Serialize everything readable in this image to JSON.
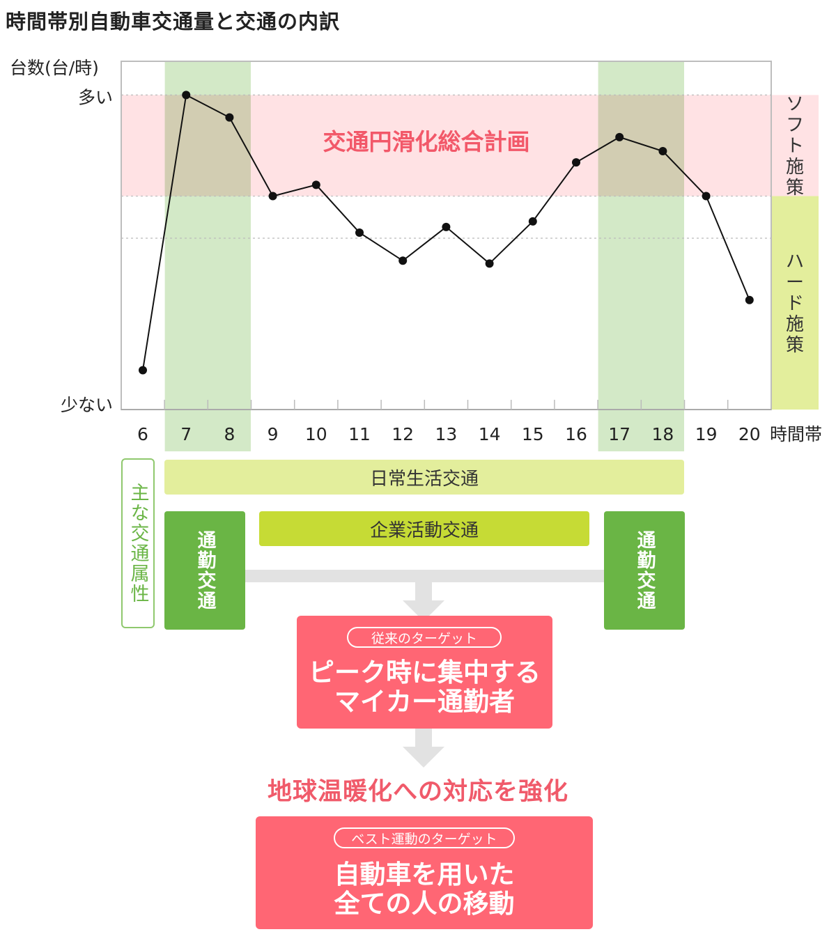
{
  "title": "時間帯別自動車交通量と交通の内訳",
  "colors": {
    "soft_band": "#ffe2e4",
    "peak_band": "#d3e9c7",
    "overlap": "#d2cdb2",
    "hard_band": "#e3ee9c",
    "accent": "#ff6674",
    "green": "#6ab545"
  },
  "chart_data": {
    "type": "line",
    "ylabel": "台数(台/時)",
    "y_top_label": "多い",
    "y_bottom_label": "少ない",
    "xlabel": "時間帯",
    "x": [
      6,
      7,
      8,
      9,
      10,
      11,
      12,
      13,
      14,
      15,
      16,
      17,
      18,
      19,
      20
    ],
    "values": [
      0.02,
      1.0,
      0.92,
      0.64,
      0.68,
      0.51,
      0.41,
      0.53,
      0.4,
      0.55,
      0.76,
      0.85,
      0.8,
      0.64,
      0.27
    ],
    "ylim": [
      -0.12,
      1.12
    ],
    "soft_band_range": [
      0.64,
      1.0
    ],
    "gridlines": [
      1.0,
      0.64,
      0.49
    ],
    "peak_hours": [
      [
        7,
        8
      ],
      [
        17,
        18
      ]
    ],
    "band_title": "交通円滑化総合計画",
    "side_labels": {
      "soft": "ソフト施策",
      "hard": "ハード施策"
    }
  },
  "attributes": {
    "label": "主な交通属性",
    "daily": "日常生活交通",
    "business": "企業活動交通",
    "commute_left": "通勤交通",
    "commute_right": "通勤交通"
  },
  "target_old": {
    "pill": "従来のターゲット",
    "line1": "ピーク時に集中する",
    "line2": "マイカー通勤者"
  },
  "headline": "地球温暖化への対応を強化",
  "target_new": {
    "pill": "ベスト運動のターゲット",
    "line1": "自動車を用いた",
    "line2": "全ての人の移動"
  }
}
